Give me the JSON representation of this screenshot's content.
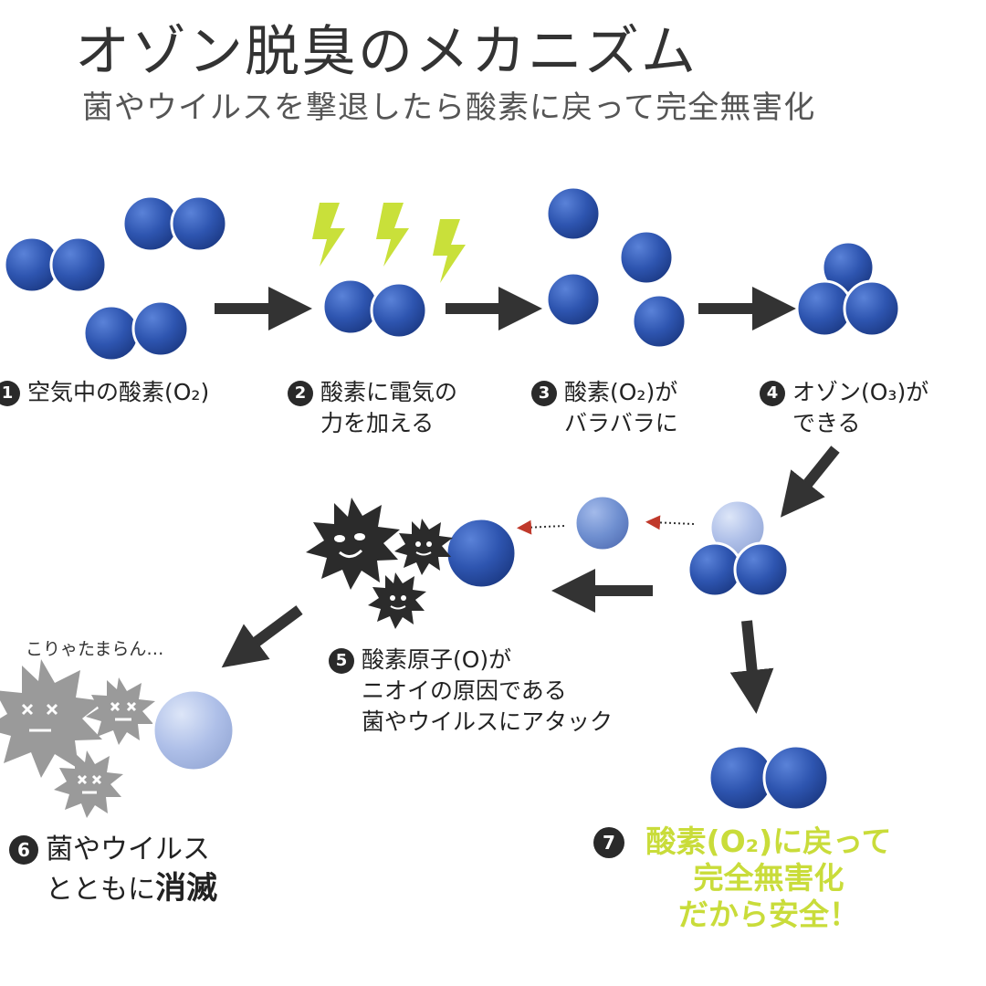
{
  "title": "オゾン脱臭のメカニズム",
  "subtitle": "菌やウイルスを撃退したら酸素に戻って完全無害化",
  "colors": {
    "molecule": "#2e55b0",
    "molecule_light": "#6f8fd0",
    "molecule_faded": "#aebfe8",
    "bolt": "#c9e03a",
    "arrow": "#333333",
    "germ_dark": "#2b2b2b",
    "germ_dead": "#9a9a9a",
    "highlight": "#c9dc3a"
  },
  "steps": [
    {
      "num": "1",
      "lines": [
        "空気中の酸素(O₂)"
      ]
    },
    {
      "num": "2",
      "lines": [
        "酸素に電気の",
        "力を加える"
      ]
    },
    {
      "num": "3",
      "lines": [
        "酸素(O₂)が",
        "バラバラに"
      ]
    },
    {
      "num": "4",
      "lines": [
        "オゾン(O₃)が",
        "できる"
      ]
    },
    {
      "num": "5",
      "lines": [
        "酸素原子(O)が",
        "ニオイの原因である",
        "菌やウイルスにアタック"
      ]
    },
    {
      "num": "6",
      "lines": [
        "菌やウイルス",
        "とともに"
      ],
      "emphasis": "消滅"
    },
    {
      "num": "7",
      "lines": [
        "酸素(O₂)に戻って",
        "完全無害化",
        "だから安全！"
      ]
    }
  ],
  "speech": "こりゃたまらん…",
  "icons": [
    "oxygen-molecule-icon",
    "lightning-bolt-icon",
    "oxygen-atom-icon",
    "ozone-molecule-icon",
    "germ-icon",
    "dead-germ-icon",
    "arrow-icon"
  ]
}
